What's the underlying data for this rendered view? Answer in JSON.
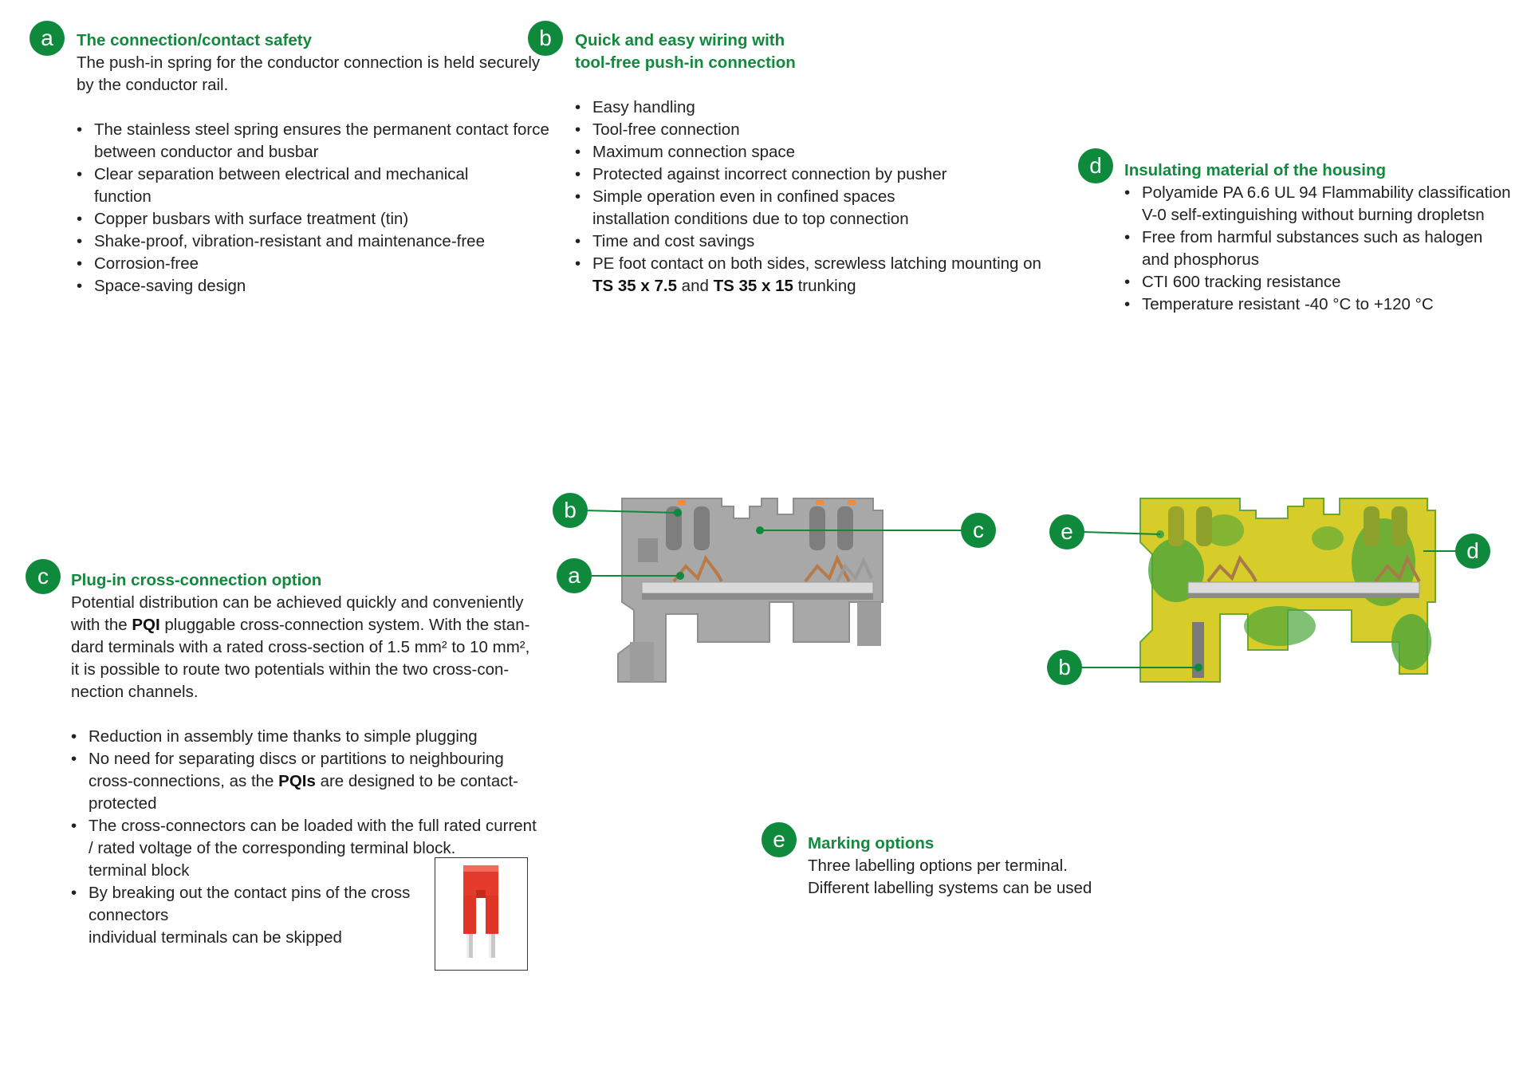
{
  "sections": {
    "a": {
      "badge": "a",
      "heading": "The connection/contact safety",
      "intro": [
        "The push-in spring for the conductor connection is held securely",
        "by the conductor rail."
      ],
      "bullets": [
        [
          "The stainless steel spring ensures the permanent contact force",
          "between conductor and busbar"
        ],
        [
          "Clear separation between electrical and mechanical",
          "function"
        ],
        [
          "Copper busbars with surface treatment (tin)"
        ],
        [
          "Shake-proof, vibration-resistant and maintenance-free"
        ],
        [
          "Corrosion-free"
        ],
        [
          "Space-saving design"
        ]
      ]
    },
    "b": {
      "badge": "b",
      "heading": [
        "Quick and easy wiring with",
        "tool-free push-in connection"
      ],
      "bullets": [
        [
          "Easy handling"
        ],
        [
          "Tool-free connection"
        ],
        [
          "Maximum connection space"
        ],
        [
          "Protected against incorrect connection by pusher"
        ],
        [
          "Simple operation even in confined spaces",
          "installation conditions due to top connection"
        ],
        [
          "Time and cost savings"
        ]
      ],
      "last_bullet": {
        "line1": "PE foot contact on both sides, screwless latching mounting on",
        "ts1": "TS 35 x 7.5",
        "and": " and ",
        "ts2": "TS 35 x 15",
        "tail": " trunking"
      }
    },
    "c": {
      "badge": "c",
      "heading": "Plug-in cross-connection option",
      "intro": {
        "l1": "Potential distribution can be achieved quickly and conveniently",
        "l2a": "with the ",
        "l2b": "PQI",
        "l2c": " pluggable cross-connection system. With the stan-",
        "l3": "dard terminals with a rated cross-section of 1.5 mm² to 10 mm²,",
        "l4": "it is possible to route two potentials within the two cross-con-",
        "l5": "nection channels."
      },
      "bullet1": "Reduction in assembly time thanks to simple plugging",
      "bullet2": {
        "l1": "No need for separating discs or partitions to neighbouring",
        "l2a": "cross-connections, as the ",
        "l2b": "PQIs",
        "l2c": " are designed to be contact-",
        "l3": "protected"
      },
      "bullet3": [
        "The cross-connectors can be loaded with the full rated current",
        "/ rated voltage of the corresponding terminal block.",
        "terminal block"
      ],
      "bullet4": [
        "By breaking out the contact pins of the cross",
        "connectors",
        "individual terminals can be skipped"
      ]
    },
    "d": {
      "badge": "d",
      "heading": "Insulating material of the housing",
      "bullets": [
        [
          "Polyamide PA 6.6 UL 94 Flammability classification",
          "V-0 self-extinguishing without burning dropletsn"
        ],
        [
          "Free from harmful substances such as halogen",
          "and phosphorus"
        ],
        [
          "CTI 600 tracking resistance"
        ],
        [
          "Temperature resistant -40 °C to +120 °C"
        ]
      ]
    },
    "e": {
      "badge": "e",
      "heading": "Marking options",
      "lines": [
        "Three labelling options per terminal.",
        "Different labelling systems can be used"
      ]
    }
  },
  "figures": {
    "grey_terminal_callouts": [
      "b",
      "a",
      "c"
    ],
    "green_yellow_terminal_callouts": [
      "e",
      "b",
      "d"
    ]
  },
  "colors": {
    "accent_green": "#13893d",
    "badge_green": "#0f8a3c",
    "grey_housing": "#a9a9a9",
    "pe_green": "#4ca63a",
    "pe_yellow": "#e2d21c",
    "bridge_red": "#e53b2c"
  }
}
